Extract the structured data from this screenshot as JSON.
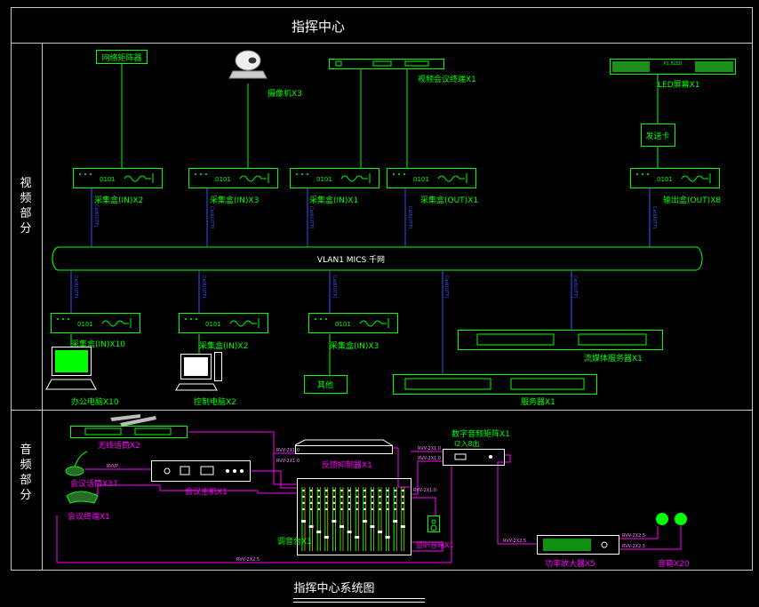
{
  "header": {
    "title": "指挥中心"
  },
  "sections": {
    "video": "视频部分",
    "audio": "音频部分"
  },
  "footer": {
    "title": "指挥中心系统图"
  },
  "network": {
    "backbone_label": "VLAN1 MICS 千网"
  },
  "colors": {
    "green": "#00ff00",
    "magenta": "#ff00ff",
    "blue": "#3355ff",
    "white": "#ffffff",
    "frame": "#c8c8c8"
  },
  "video": {
    "sources": [
      {
        "id": "network-matrix",
        "label": "网络矩阵器",
        "icon": "matrix-box-icon"
      },
      {
        "id": "camera",
        "label": "摄像机X3",
        "icon": "ptz-camera-icon"
      },
      {
        "id": "video-conference-terminal",
        "label": "视频会议终端X1",
        "icon": "rack-unit-icon"
      },
      {
        "id": "led-screen",
        "label": "LED屏幕X1",
        "icon": "led-screen-icon"
      },
      {
        "id": "sender-card",
        "label": "发送卡",
        "icon": "box-icon"
      }
    ],
    "top_encoders": [
      {
        "id": "enc-in-2",
        "label": "采集盒(IN)X2",
        "code": "0101",
        "link": "Cat6(UTP)"
      },
      {
        "id": "enc-in-3",
        "label": "采集盒(IN)X3",
        "code": "0101",
        "link": "Cat6(UTP)"
      },
      {
        "id": "enc-in-1",
        "label": "采集盒(IN)X1",
        "code": "0101",
        "link": "Cat6(UTP)"
      },
      {
        "id": "enc-out-1",
        "label": "采集盒(OUT)X1",
        "code": "0101",
        "link": "Cat6(UTP)"
      },
      {
        "id": "dec-out-8",
        "label": "输出盒(OUT)X8",
        "code": "0101",
        "link": "Cat6(UTP)"
      }
    ],
    "bottom_encoders": [
      {
        "id": "enc-in-10",
        "label": "采集盒(IN)X10",
        "code": "0101",
        "link": "Cat6(UTP)"
      },
      {
        "id": "enc-in-2b",
        "label": "采集盒(IN)X2",
        "code": "0101",
        "link": "Cat6(UTP)"
      },
      {
        "id": "enc-in-3b",
        "label": "采集盒(IN)X3",
        "code": "0101",
        "link": "Cat6(UTP)"
      }
    ],
    "endpoints": [
      {
        "id": "office-pc",
        "label": "办公电脑X10",
        "icon": "monitor-icon"
      },
      {
        "id": "control-pc",
        "label": "控制电脑X2",
        "icon": "pc-icon"
      },
      {
        "id": "other",
        "label": "其他",
        "icon": "box-icon"
      }
    ],
    "servers": [
      {
        "id": "streaming-server",
        "label": "流媒体服务器X1",
        "link": "Cat6(UTP)"
      },
      {
        "id": "server",
        "label": "服务器X1",
        "link": "Cat6(UTP)"
      }
    ]
  },
  "audio": {
    "devices": [
      {
        "id": "wireless-mic",
        "label": "无线话筒X2",
        "icon": "wireless-mic-icon"
      },
      {
        "id": "conference-mic",
        "label": "会议话筒X37",
        "icon": "gooseneck-mic-icon"
      },
      {
        "id": "conference-host",
        "label": "会议主机X1",
        "icon": "rack-unit-icon"
      },
      {
        "id": "conference-terminal",
        "label": "会议终端X1",
        "icon": "conference-phone-icon"
      },
      {
        "id": "feedback-suppressor",
        "label": "反馈抑制器X1",
        "icon": "rack-unit-icon"
      },
      {
        "id": "mixer",
        "label": "调音台X1",
        "icon": "mixer-icon"
      },
      {
        "id": "monitor-speaker",
        "label": "监听音箱X1",
        "icon": "speaker-icon"
      },
      {
        "id": "digital-matrix",
        "label": "数字音频矩阵X1",
        "icon": "rack-unit-icon"
      },
      {
        "id": "amplifier",
        "label": "功率放大器X5",
        "icon": "amplifier-icon"
      },
      {
        "id": "speakers",
        "label": "音箱X20",
        "icon": "speaker-ball-icon"
      }
    ],
    "matrix_sublabel": "I2入8出",
    "cables": {
      "rvvp": "RVVP",
      "rvv": "RVV-2X1.0",
      "rvvp_out": "RVV-2X2.5",
      "rvv25": "RVV-2X2.5"
    }
  }
}
